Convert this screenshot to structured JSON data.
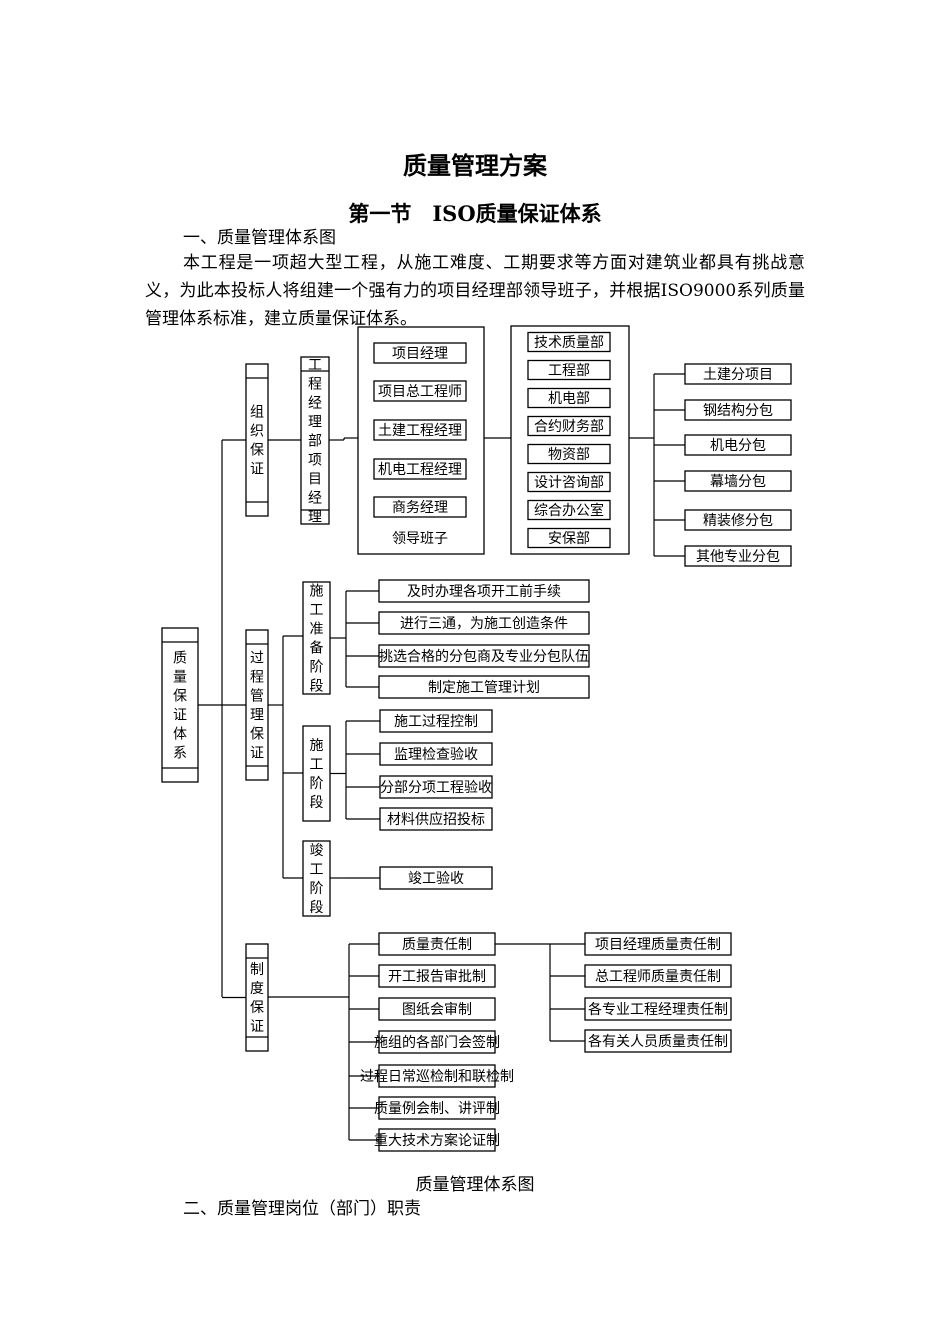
{
  "doc": {
    "title": "质量管理方案",
    "section_title": "第一节　ISO质量保证体系",
    "heading1": "一、质量管理体系图",
    "paragraph": "本工程是一项超大型工程，从施工难度、工期要求等方面对建筑业都具有挑战意义，为此本投标人将组建一个强有力的项目经理部领导班子，并根据ISO9000系列质量管理体系标准，建立质量保证体系。",
    "caption": "质量管理体系图",
    "heading2": "二、质量管理岗位（部门）职责"
  },
  "diagram": {
    "root": "质量保证体系",
    "branches": [
      "组织保证",
      "过程管理保证",
      "制度保证"
    ],
    "org_department": "工程经理部项目经理",
    "leadership": [
      "项目经理",
      "项目总工程师",
      "土建工程经理",
      "机电工程经理",
      "商务经理"
    ],
    "leadership_label": "领导班子",
    "departments": [
      "技术质量部",
      "工程部",
      "机电部",
      "合约财务部",
      "物资部",
      "设计咨询部",
      "综合办公室",
      "安保部"
    ],
    "subcontracts": [
      "土建分项目",
      "钢结构分包",
      "机电分包",
      "幕墙分包",
      "精装修分包",
      "其他专业分包"
    ],
    "stages": [
      {
        "name": "施工准备阶段",
        "items": [
          "及时办理各项开工前手续",
          "进行三通，为施工创造条件",
          "挑选合格的分包商及专业分包队伍",
          "制定施工管理计划"
        ]
      },
      {
        "name": "施工阶段",
        "items": [
          "施工过程控制",
          "监理检查验收",
          "分部分项工程验收",
          "材料供应招投标"
        ]
      },
      {
        "name": "竣工阶段",
        "items": [
          "竣工验收"
        ]
      }
    ],
    "systems": [
      "质量责任制",
      "开工报告审批制",
      "图纸会审制",
      "施组的各部门会签制",
      "过程日常巡检制和联检制",
      "质量例会制、讲评制",
      "重大技术方案论证制"
    ],
    "responsibilities": [
      "项目经理质量责任制",
      "总工程师质量责任制",
      "各专业工程经理责任制",
      "各有关人员质量责任制"
    ]
  }
}
